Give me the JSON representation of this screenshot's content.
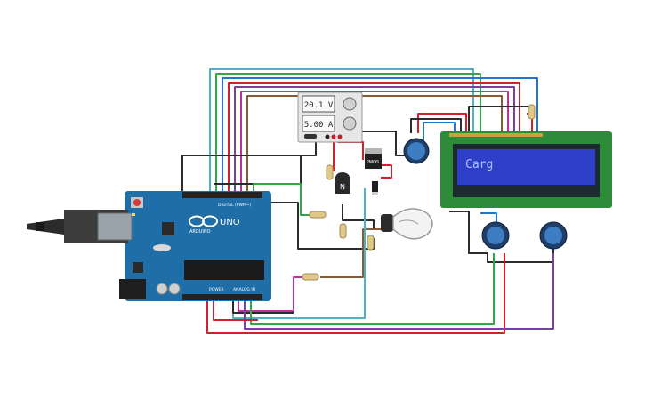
{
  "power_supply": {
    "voltage": "20.1 V",
    "current": "5.00 A"
  },
  "arduino": {
    "brand": "ARDUINO",
    "model": "UNO",
    "digital_label": "DIGITAL (PWM~)",
    "power_label": "POWER",
    "analog_label": "ANALOG IN",
    "board_color": "#1f6ea8"
  },
  "lcd": {
    "text": "Carg",
    "board_color": "#2e8b3a",
    "screen_color": "#2f40c8",
    "text_color": "#a9c4ff"
  },
  "transistor_npn": {
    "label": "N"
  },
  "transistor_pmos": {
    "label": "PMOS"
  },
  "wire_colors": {
    "red": "#d4202a",
    "black": "#2b2b2b",
    "green": "#2fa84a",
    "cyan": "#4fb3c8",
    "blue": "#1f77d0",
    "purple": "#7a3fa0",
    "magenta": "#c0309a",
    "brown": "#8a5a32",
    "orange": "#e07a20"
  }
}
